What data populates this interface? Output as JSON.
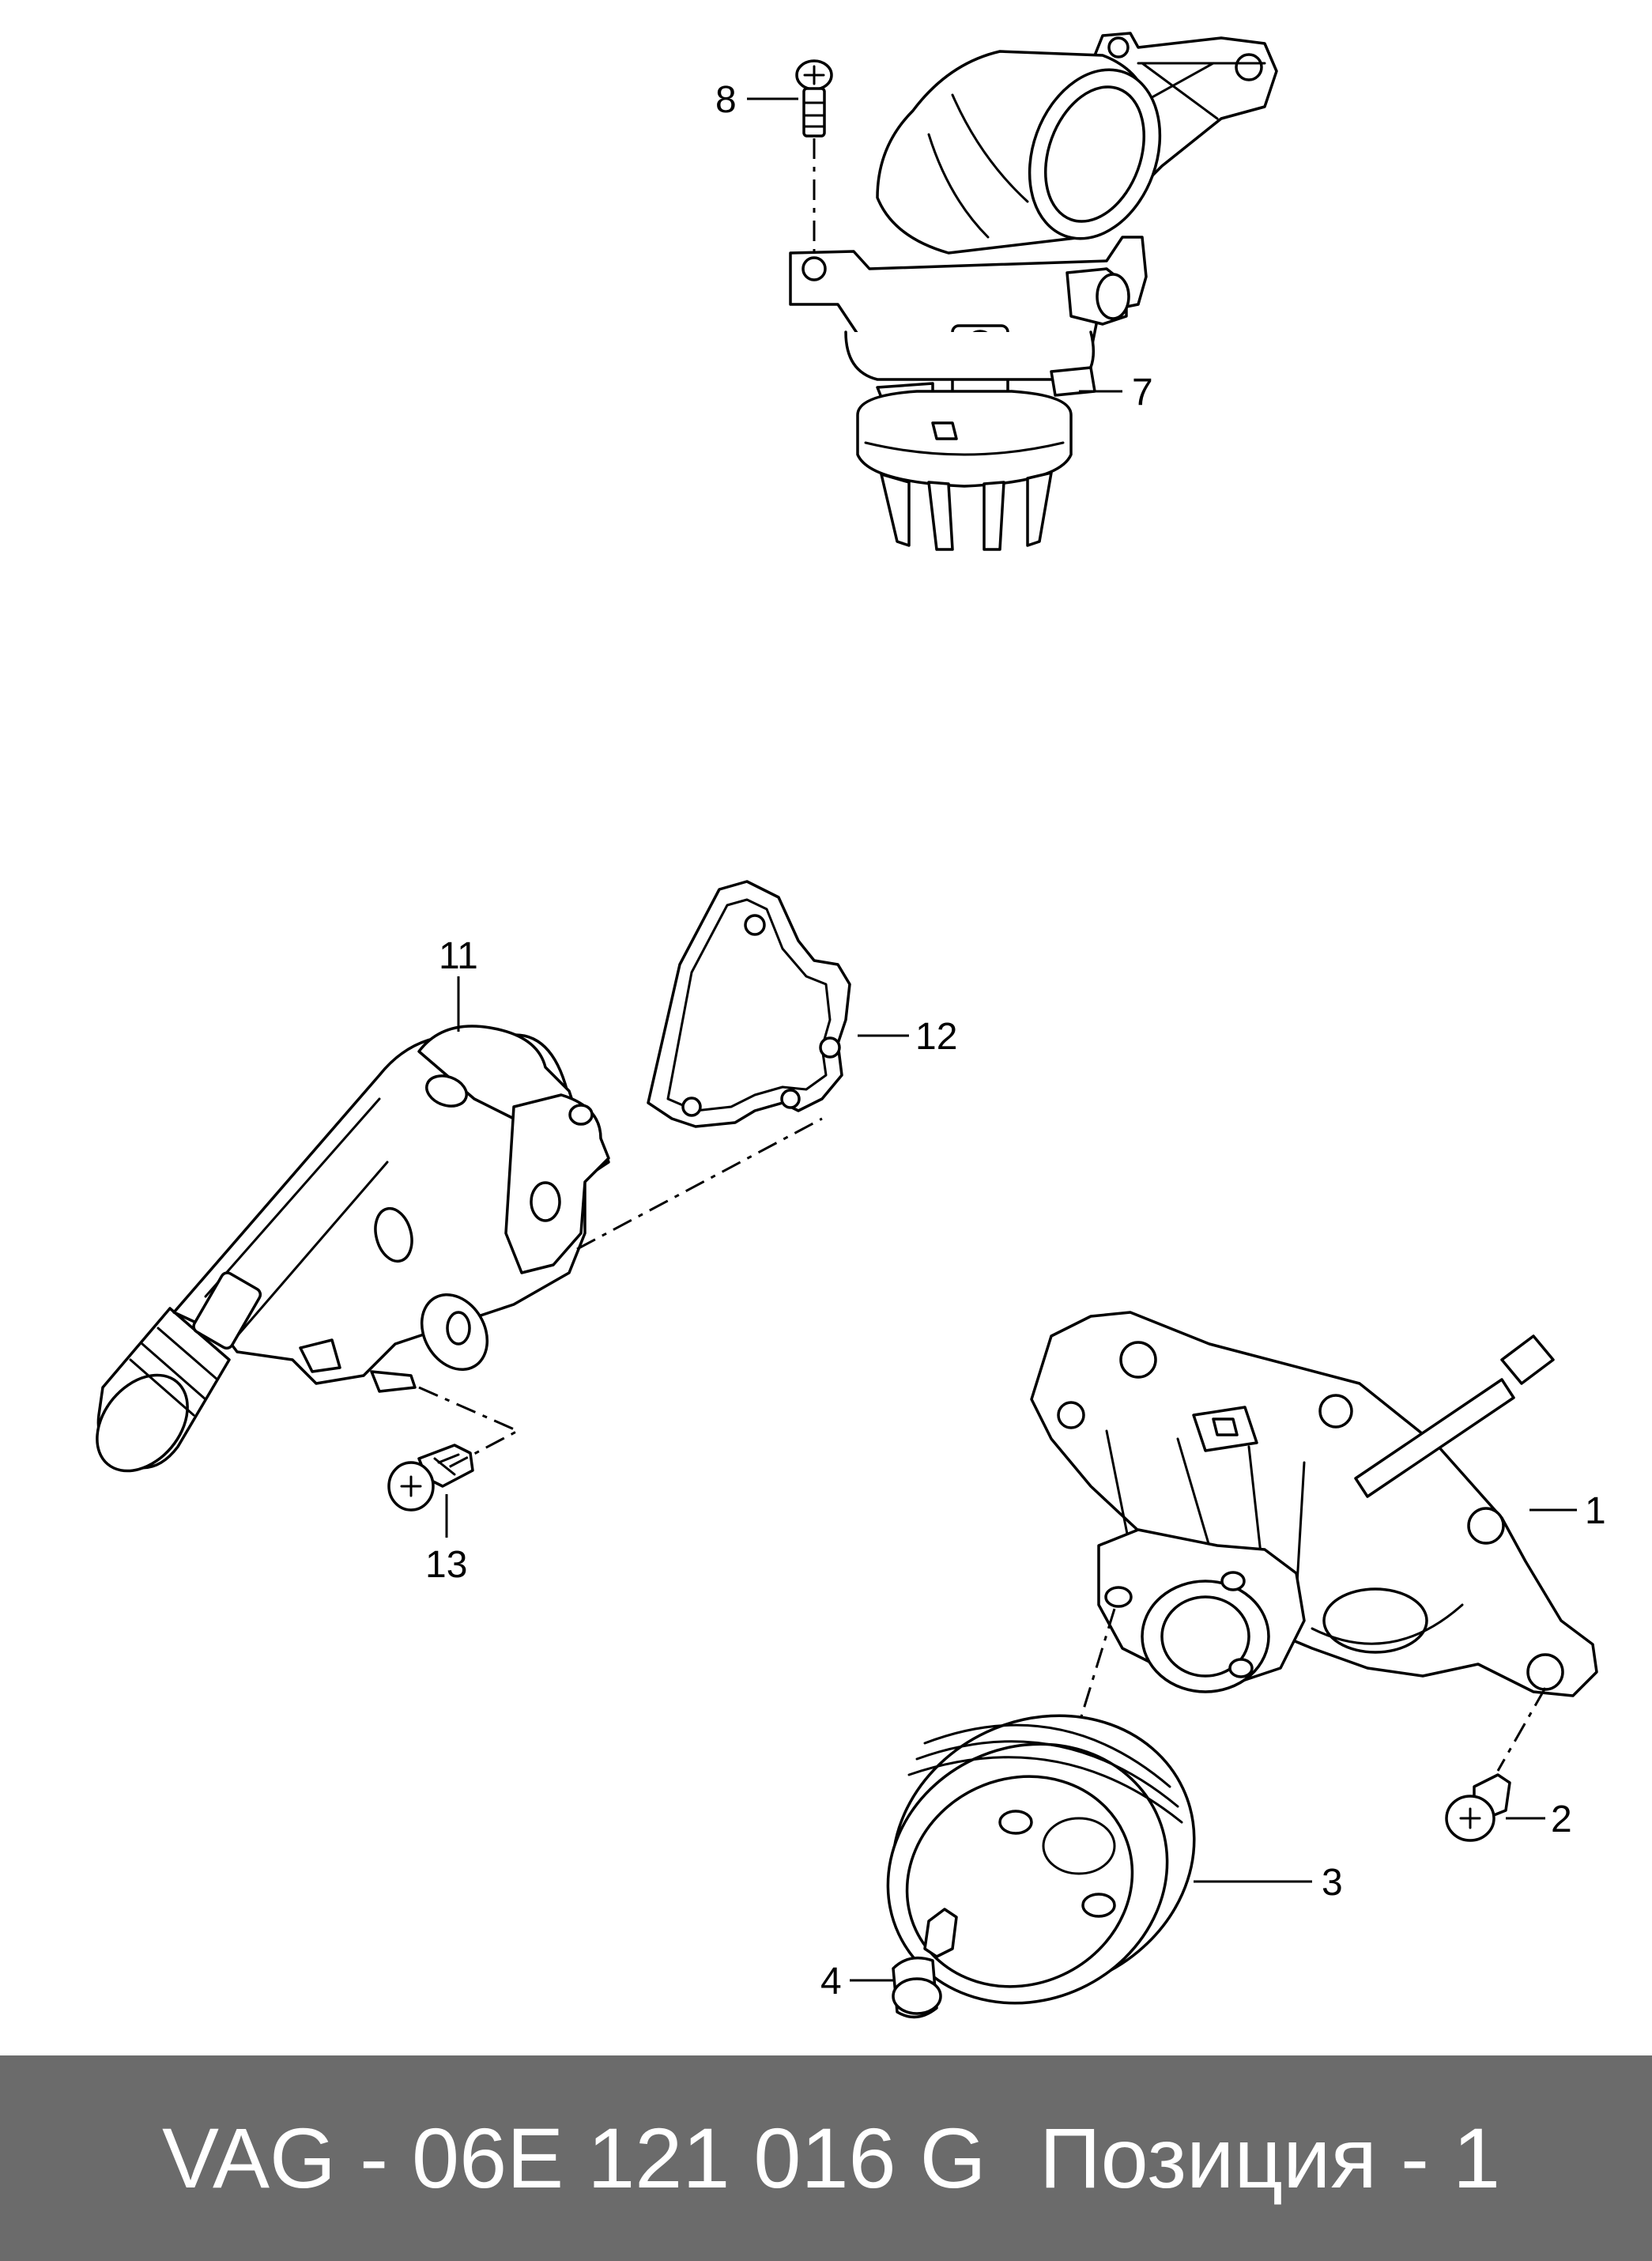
{
  "callouts": {
    "c1": "1",
    "c2": "2",
    "c3": "3",
    "c4": "4",
    "c7": "7",
    "c8": "8",
    "c11": "11",
    "c12": "12",
    "c13": "13"
  },
  "footer": {
    "part_code": "VAG - 06E 121 016 G",
    "position": "Позиция - 1"
  },
  "colors": {
    "footer_bg": "#6b6b6b",
    "footer_text": "#ffffff",
    "line": "#000000"
  }
}
